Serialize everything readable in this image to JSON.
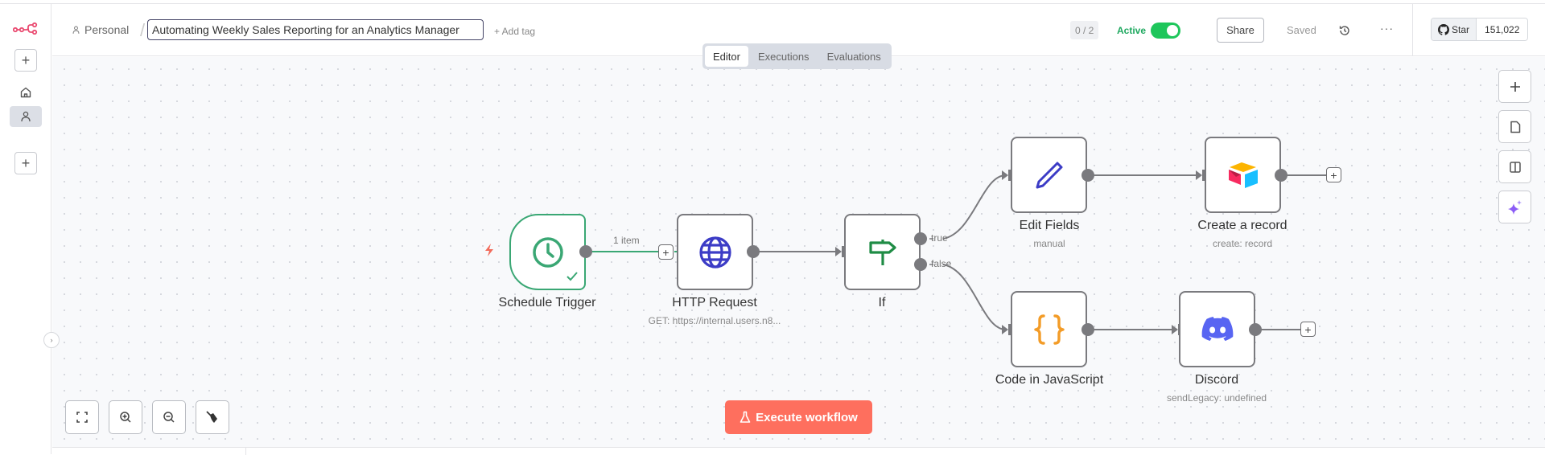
{
  "sidebar": {
    "logo": "n8n-logo-icon",
    "collapse": "chevron-right-icon"
  },
  "header": {
    "project": "Personal",
    "workflow_title": "Automating Weekly Sales Reporting for an Analytics Manager",
    "add_tag": "+ Add tag",
    "counter": "0 / 2",
    "active_label": "Active",
    "active_state": true,
    "share": "Share",
    "saved": "Saved",
    "more": "···",
    "github": {
      "label": "Star",
      "count": "151,022"
    }
  },
  "tabs": [
    {
      "label": "Editor",
      "active": true
    },
    {
      "label": "Executions",
      "active": false
    },
    {
      "label": "Evaluations",
      "active": false
    }
  ],
  "nodes": [
    {
      "id": "schedule",
      "name": "Schedule Trigger",
      "subtitle": "",
      "icon": "clock-icon",
      "color": "#3aa774"
    },
    {
      "id": "http",
      "name": "HTTP Request",
      "subtitle": "GET: https://internal.users.n8...",
      "icon": "globe-icon",
      "color": "#3c3cc6"
    },
    {
      "id": "if",
      "name": "If",
      "subtitle": "",
      "icon": "signpost-icon",
      "color": "#1f8c45"
    },
    {
      "id": "edit",
      "name": "Edit Fields",
      "subtitle": "manual",
      "icon": "pencil-icon",
      "color": "#3c3cc6"
    },
    {
      "id": "airtable",
      "name": "Create a record",
      "subtitle": "create: record",
      "icon": "airtable-icon",
      "color": "#fcb400"
    },
    {
      "id": "code",
      "name": "Code in JavaScript",
      "subtitle": "",
      "icon": "code-braces-icon",
      "color": "#f39c28"
    },
    {
      "id": "discord",
      "name": "Discord",
      "subtitle": "sendLegacy: undefined",
      "icon": "discord-icon",
      "color": "#5865f2"
    }
  ],
  "edges": {
    "trigger_to_http_label": "1 item",
    "if_true": "true",
    "if_false": "false"
  },
  "execute_button": "Execute workflow",
  "colors": {
    "accent": "#fe6f5e",
    "active_green": "#1ec65b",
    "success_green": "#3aa774"
  }
}
